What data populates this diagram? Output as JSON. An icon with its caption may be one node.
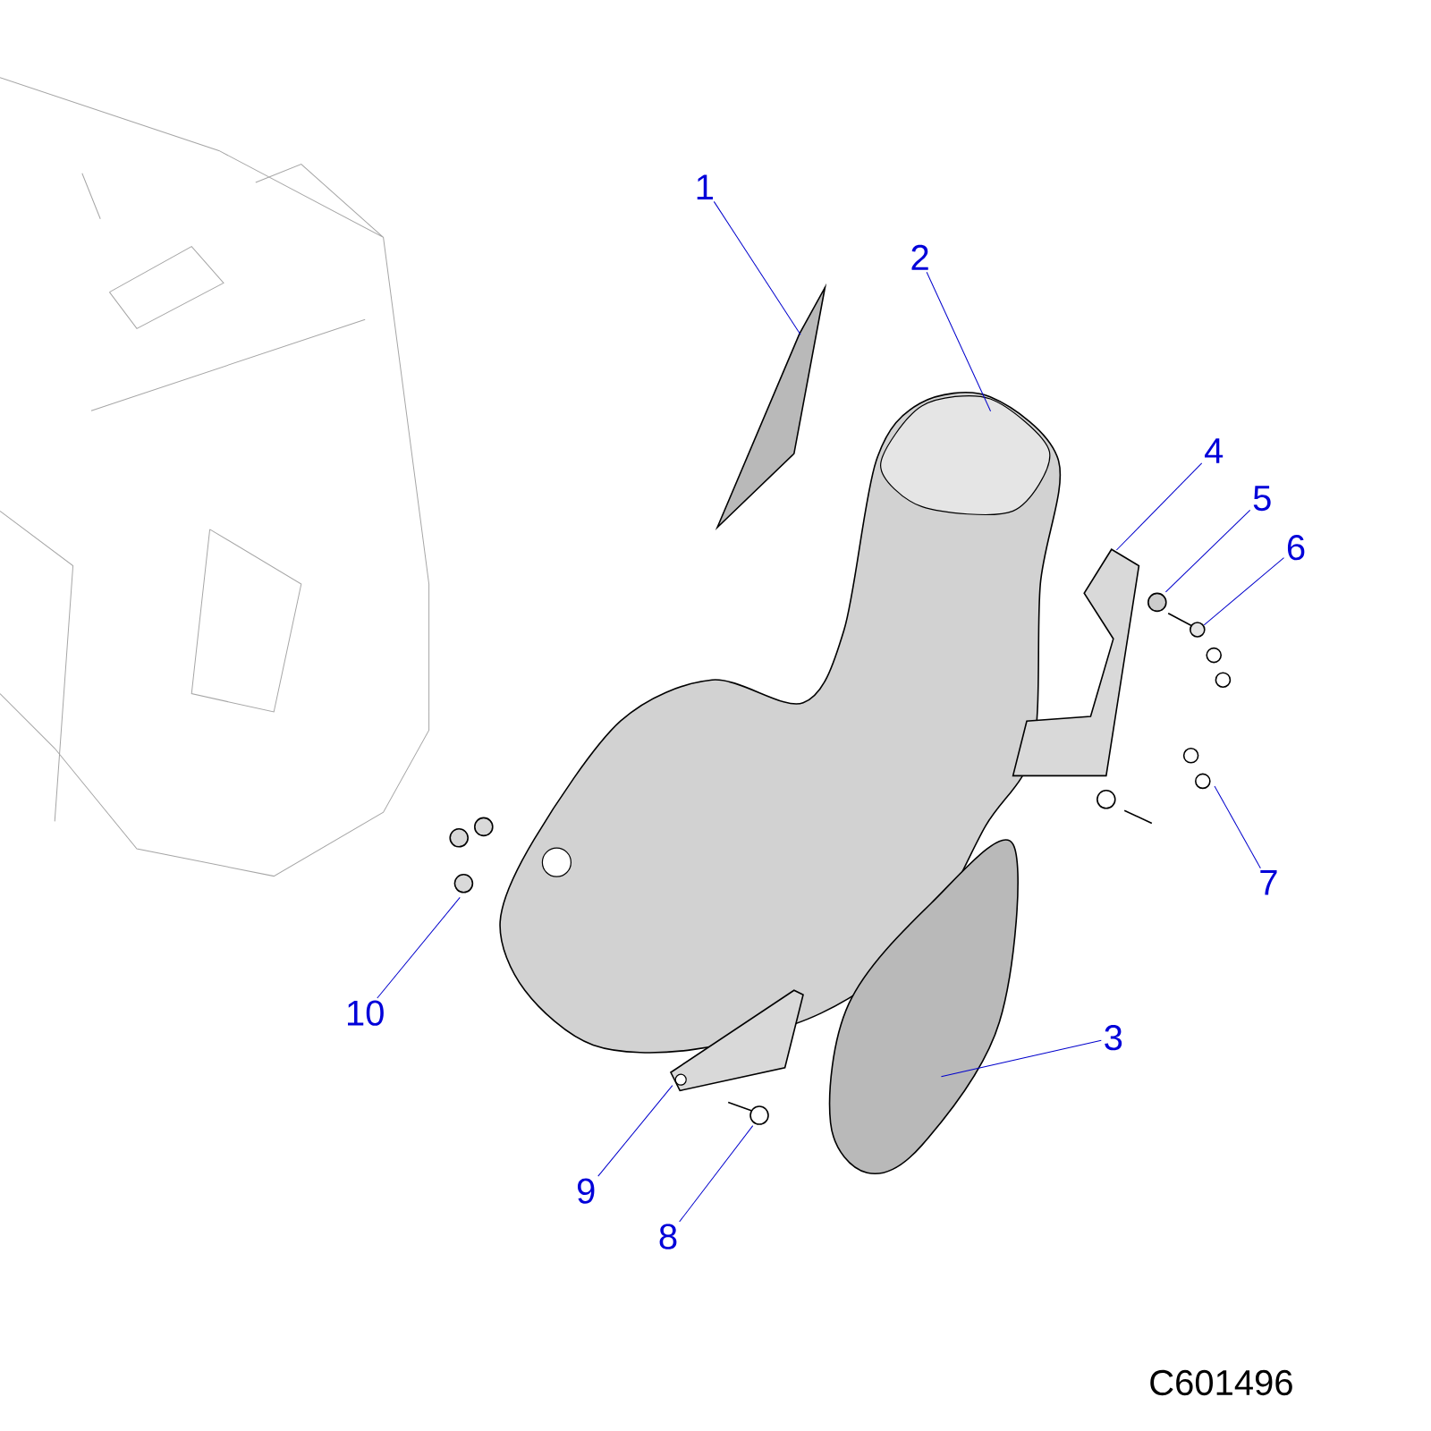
{
  "diagram": {
    "nodes": [
      {
        "text": [
          "1"
        ]
      },
      {
        "text": [
          "2"
        ]
      },
      {
        "text": [
          "3"
        ]
      },
      {
        "text": [
          "4"
        ]
      },
      {
        "text": [
          "5"
        ]
      },
      {
        "text": [
          "6"
        ]
      },
      {
        "text": [
          "7"
        ]
      },
      {
        "text": [
          "8"
        ]
      },
      {
        "text": [
          "9"
        ]
      },
      {
        "text": [
          "10"
        ]
      },
      {
        "text": [],
        "shape": "picture"
      },
      {
        "text": [],
        "shape": "picture"
      },
      {
        "text": [],
        "shape": "picture"
      },
      {
        "text": [],
        "shape": "picture"
      },
      {
        "text": [],
        "shape": "circle"
      },
      {
        "text": [],
        "shape": "picture"
      },
      {
        "text": [],
        "shape": "picture"
      },
      {
        "text": [],
        "shape": "picture"
      },
      {
        "text": [],
        "shape": "picture"
      },
      {
        "text": [],
        "shape": "picture"
      }
    ],
    "edges": [
      {
        "from": 0,
        "to": 10,
        "arrow": "none"
      },
      {
        "from": 1,
        "to": 11,
        "arrow": "none"
      },
      {
        "from": 2,
        "to": 12,
        "arrow": "none"
      },
      {
        "from": 3,
        "to": 13,
        "arrow": "none"
      },
      {
        "from": 4,
        "to": 14,
        "arrow": "none"
      },
      {
        "from": 5,
        "to": 15,
        "arrow": "none"
      },
      {
        "from": 6,
        "to": 16,
        "arrow": "none"
      },
      {
        "from": 7,
        "to": 17,
        "arrow": "none"
      },
      {
        "from": 8,
        "to": 18,
        "arrow": "none"
      },
      {
        "from": 9,
        "to": 19,
        "arrow": "none"
      }
    ],
    "labels": [
      "C601496"
    ]
  }
}
